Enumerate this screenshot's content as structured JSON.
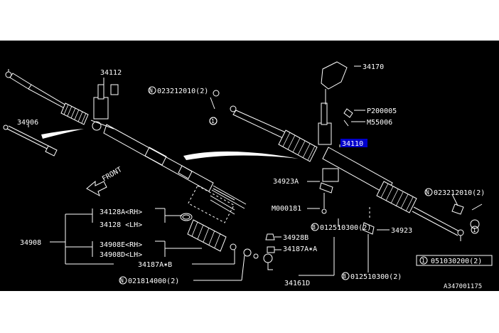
{
  "labels": {
    "p34112": "34112",
    "p34906": "34906",
    "p34908": "34908",
    "p34128A": "34128A<RH>",
    "p34128": "34128  <LH>",
    "p34908E": "34908E<RH>",
    "p34908D": "34908D<LH>",
    "p34187Ab": "34187A✶B",
    "p021814000": "021814000(2)",
    "p023212010a": "023212010(2)",
    "p34170": "34170",
    "pP200005": "P200005",
    "pM55006": "M55006",
    "p34110": "34110",
    "p34923A": "34923A",
    "pM000181": "M000181",
    "p012510300a": "012510300(2)",
    "p34928B": "34928B",
    "p34187Aa": "34187A✶A",
    "p34161D": "34161D",
    "p34923": "34923",
    "p012510300b": "012510300(2)",
    "p023212010b": "023212010(2)",
    "p051030200": "051030200(2)",
    "ref": "A347001175"
  },
  "prefixes": {
    "N": "N",
    "B": "B",
    "one": "1"
  },
  "front": "FRONT",
  "selected_label": "34110"
}
